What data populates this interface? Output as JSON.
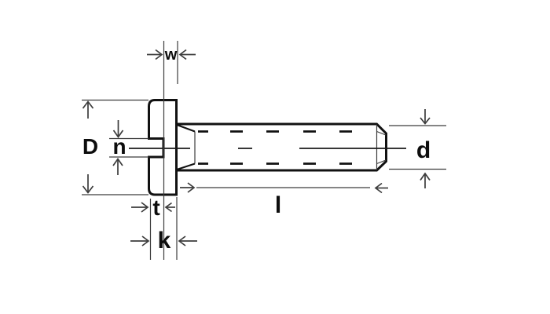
{
  "diagram": {
    "subject": "Slotted cheese head machine screw - dimensioned side view technical drawing",
    "colors": {
      "background": "#ffffff",
      "line": "#111111"
    },
    "dimensions": {
      "head_diameter_symbol": "D",
      "slot_width_symbol": "n",
      "slot_top_width_symbol": "w",
      "slot_depth_symbol": "t",
      "head_height_symbol": "k",
      "length_symbol": "l",
      "thread_diameter_symbol": "d"
    }
  }
}
